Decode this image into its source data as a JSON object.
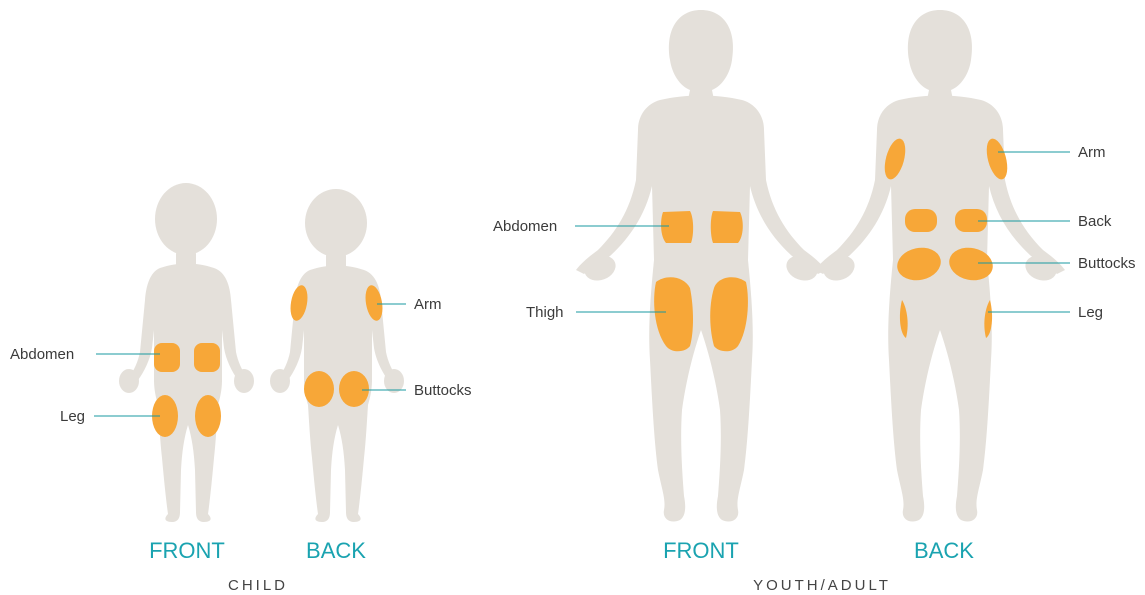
{
  "colors": {
    "body": "#e4e0da",
    "site": "#f7a738",
    "leader_line": "#1a9aa0",
    "view_title": "#1aa3b0",
    "label_text": "#3b3b3b"
  },
  "child": {
    "group_label": "CHILD",
    "front": {
      "title": "FRONT",
      "labels": {
        "abdomen": "Abdomen",
        "leg": "Leg"
      }
    },
    "back": {
      "title": "BACK",
      "labels": {
        "arm": "Arm",
        "buttocks": "Buttocks"
      }
    }
  },
  "adult": {
    "group_label": "YOUTH/ADULT",
    "front": {
      "title": "FRONT",
      "labels": {
        "abdomen": "Abdomen",
        "thigh": "Thigh"
      }
    },
    "back": {
      "title": "BACK",
      "labels": {
        "arm": "Arm",
        "back": "Back",
        "buttocks": "Buttocks",
        "leg": "Leg"
      }
    }
  }
}
